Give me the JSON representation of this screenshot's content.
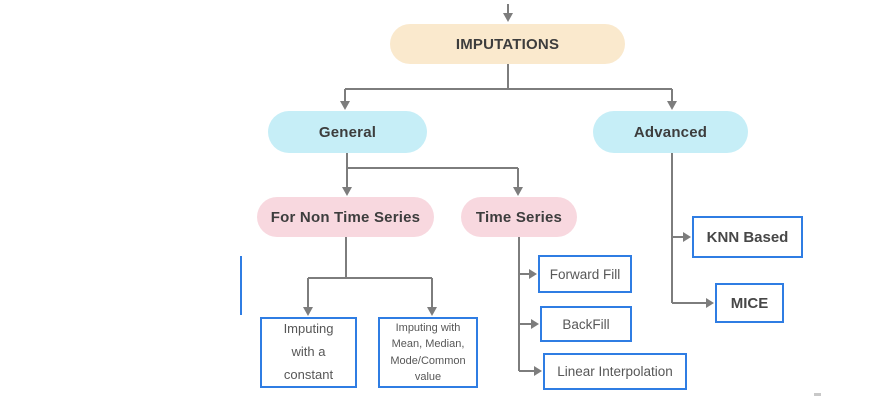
{
  "diagram": {
    "nodes": {
      "imputations": "IMPUTATIONS",
      "general": "General",
      "advanced": "Advanced",
      "non_time_series": "For Non Time Series",
      "time_series": "Time Series",
      "imputing_constant": "Imputing with a constant",
      "imputing_stats": "Imputing with Mean, Median, Mode/Common value",
      "forward_fill": "Forward Fill",
      "backfill": "BackFill",
      "linear_interpolation": "Linear Interpolation",
      "knn_based": "KNN Based",
      "mice": "MICE"
    },
    "colors": {
      "root_fill": "#FAE9CD",
      "branch_fill": "#C6EEF7",
      "subbranch_fill": "#F8D8DF",
      "leaf_border": "#2F7DE3",
      "connector": "#7D7D7D",
      "pill_text": "#3D3D3D",
      "leaf_text": "#575757"
    }
  }
}
